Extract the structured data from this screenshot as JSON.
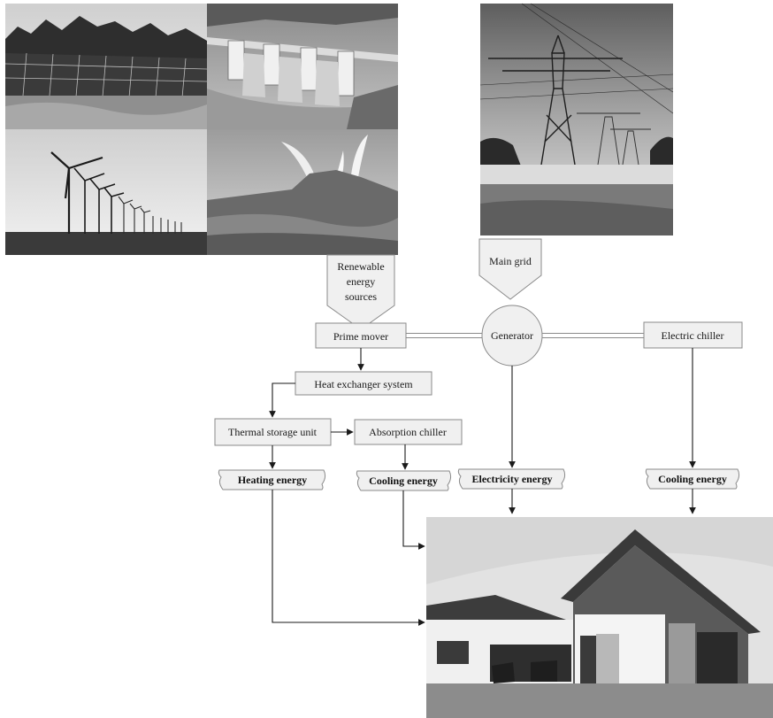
{
  "labels": {
    "renewable_line1": "Renewable",
    "renewable_line2": "energy",
    "renewable_line3": "sources",
    "main_grid": "Main grid",
    "prime_mover": "Prime mover",
    "generator": "Generator",
    "electric_chiller": "Electric chiller",
    "heat_exchanger": "Heat exchanger system",
    "thermal_storage": "Thermal storage unit",
    "absorption_chiller": "Absorption chiller",
    "heating_energy": "Heating energy",
    "cooling_energy_1": "Cooling energy",
    "electricity_energy": "Electricity energy",
    "cooling_energy_2": "Cooling energy"
  },
  "photos": {
    "solar": "solar-panels-photo",
    "hydro": "hydro-dam-photo",
    "wind": "wind-turbines-photo",
    "geothermal": "geyser-photo",
    "transmission": "transmission-towers-photo",
    "house": "house-photo"
  },
  "colors": {
    "box_fill": "#f0f0f0",
    "box_stroke": "#8a8a8a",
    "line": "#1a1a1a"
  }
}
